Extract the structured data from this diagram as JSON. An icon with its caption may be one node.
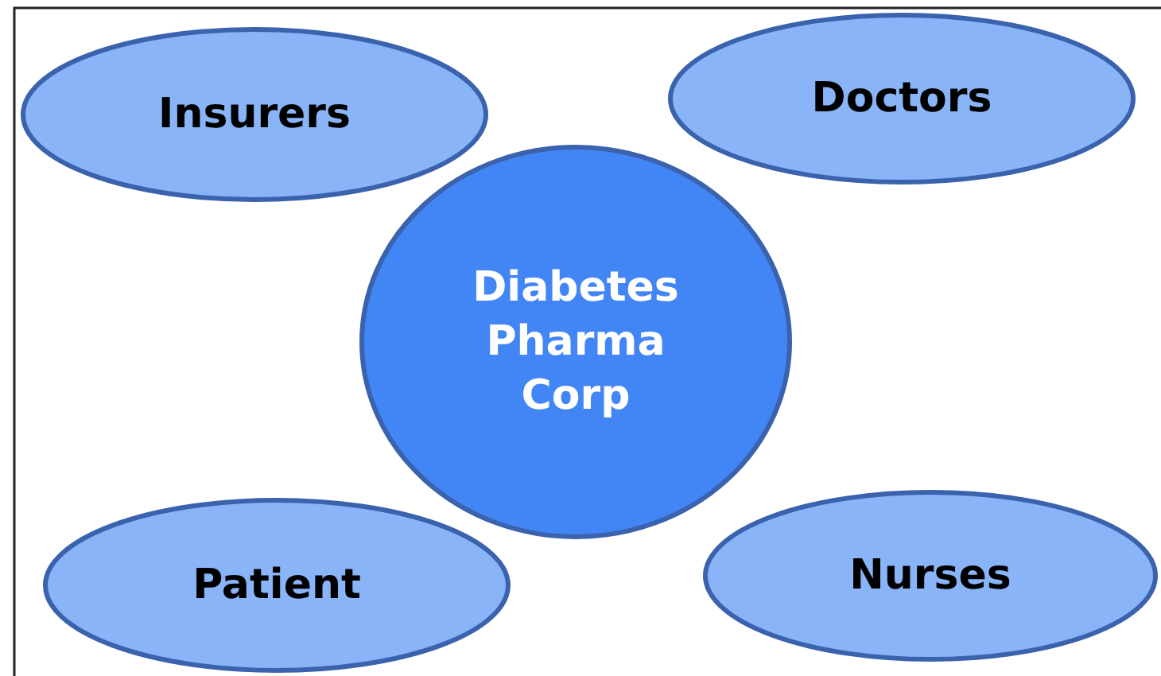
{
  "diagram": {
    "nodes": [
      {
        "text": [
          "Insurers"
        ]
      },
      {
        "text": [
          "Doctors"
        ]
      },
      {
        "text": [
          "Diabetes Pharma Corp"
        ]
      },
      {
        "text": [
          "Patient"
        ]
      },
      {
        "text": [
          "Nurses"
        ]
      }
    ]
  }
}
